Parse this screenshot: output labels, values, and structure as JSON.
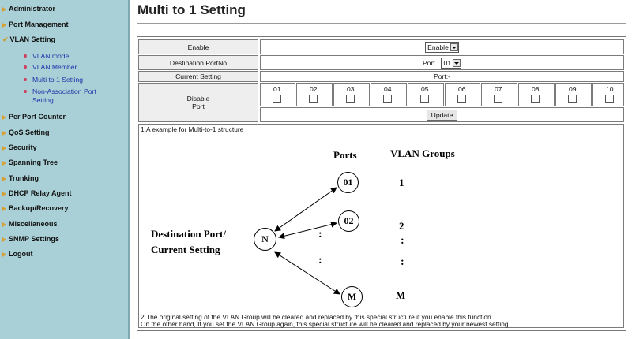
{
  "sidebar": {
    "items": [
      {
        "label": "Administrator"
      },
      {
        "label": "Port Management"
      },
      {
        "label": "VLAN Setting",
        "expanded": true
      },
      {
        "label": "Per Port Counter"
      },
      {
        "label": "QoS Setting"
      },
      {
        "label": "Security"
      },
      {
        "label": "Spanning Tree"
      },
      {
        "label": "Trunking"
      },
      {
        "label": "DHCP Relay Agent"
      },
      {
        "label": "Backup/Recovery"
      },
      {
        "label": "Miscellaneous"
      },
      {
        "label": "SNMP Settings"
      },
      {
        "label": "Logout"
      }
    ],
    "vlan_subitems": [
      {
        "label": "VLAN mode"
      },
      {
        "label": "VLAN Member"
      },
      {
        "label": "Multi to 1 Setting"
      },
      {
        "label": "Non-Association Port",
        "label2": "Setting"
      }
    ]
  },
  "page": {
    "title": "Multi to 1 Setting"
  },
  "form": {
    "enable_label": "Enable",
    "enable_value": "Enable",
    "dest_label": "Destination PortNo",
    "dest_prefix": "Port :",
    "dest_value": "01",
    "current_label": "Current Setting",
    "current_value": "Port:-",
    "disable_label_1": "Disable",
    "disable_label_2": "Port",
    "ports": [
      "01",
      "02",
      "03",
      "04",
      "05",
      "06",
      "07",
      "08",
      "09",
      "10"
    ],
    "update_label": "Update"
  },
  "example": {
    "note1": "1.A example for Multi-to-1 structure",
    "ports_heading": "Ports",
    "groups_heading": "VLAN Groups",
    "node_dest": "N",
    "node_01": "01",
    "node_02": "02",
    "node_m": "M",
    "group_1": "1",
    "group_2": "2",
    "group_m": "M",
    "dots": ":",
    "dest_text_1": "Destination Port/",
    "dest_text_2": "Current Setting",
    "note2_line1": "2.The original setting of the VLAN Group will be cleared and replaced by this special structure if you enable this function.",
    "note2_line2": "On the other hand, If you set the VLAN Group again, this special structure will be cleared and replaced by your newest setting."
  },
  "colors": {
    "sidebar_bg": "#a9d0d6",
    "arrow": "#d8a032",
    "sub_link": "#2233aa",
    "bullet": "#d04060"
  }
}
